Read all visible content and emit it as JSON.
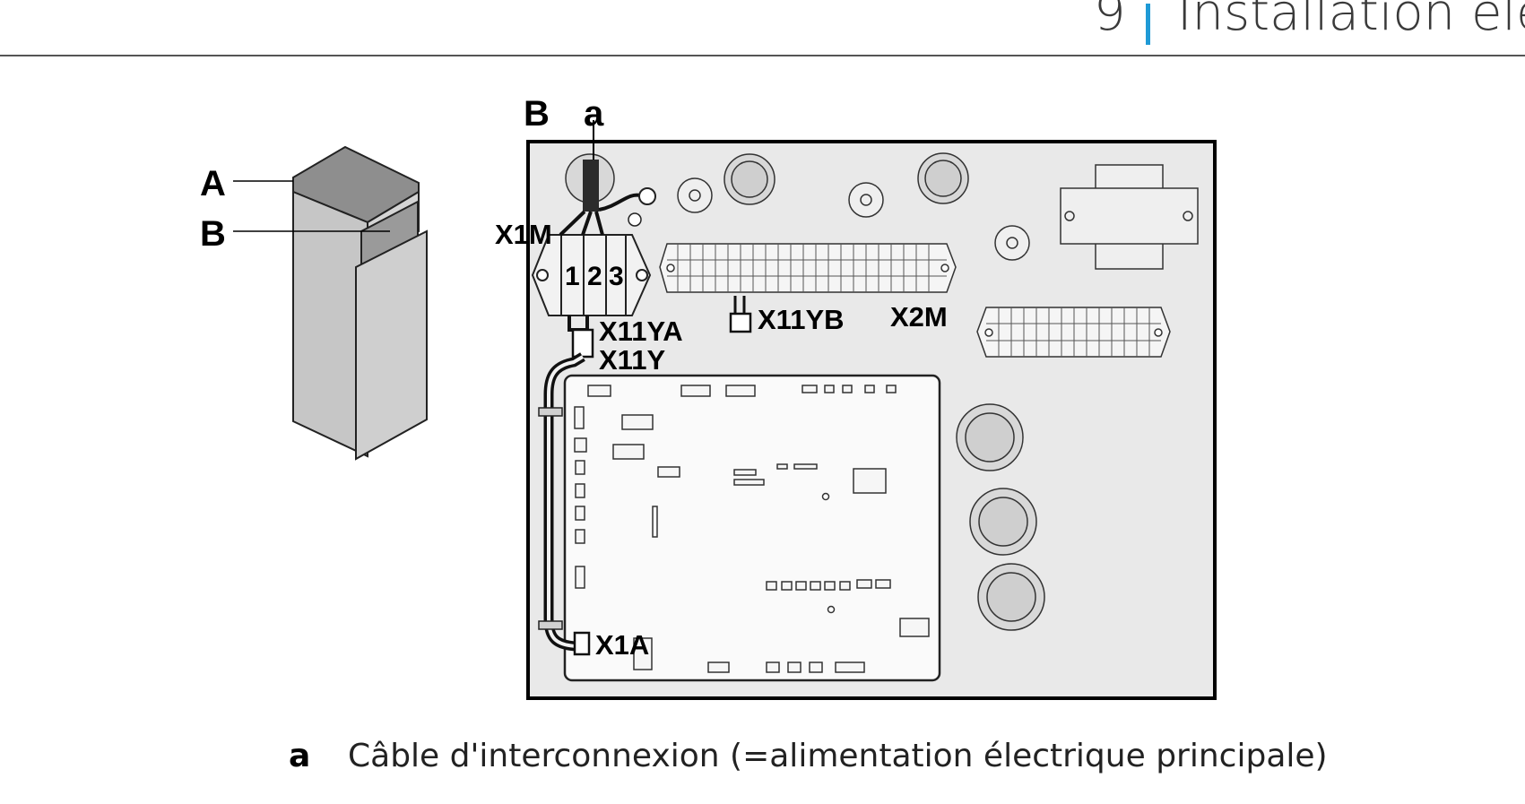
{
  "header": {
    "chapter_number": "9",
    "chapter_title": "Installation éle"
  },
  "figure": {
    "unit_labels": {
      "A": "A",
      "B": "B"
    },
    "board_labels": {
      "B": "B",
      "a": "a",
      "x1m": "X1M",
      "t1": "1",
      "t2": "2",
      "t3": "3",
      "x11ya": "X11YA",
      "x11y": "X11Y",
      "x11yb": "X11YB",
      "x2m": "X2M",
      "x1a": "X1A"
    }
  },
  "caption": {
    "key": "a",
    "text": "Câble d'interconnexion (=alimentation électrique principale)"
  }
}
